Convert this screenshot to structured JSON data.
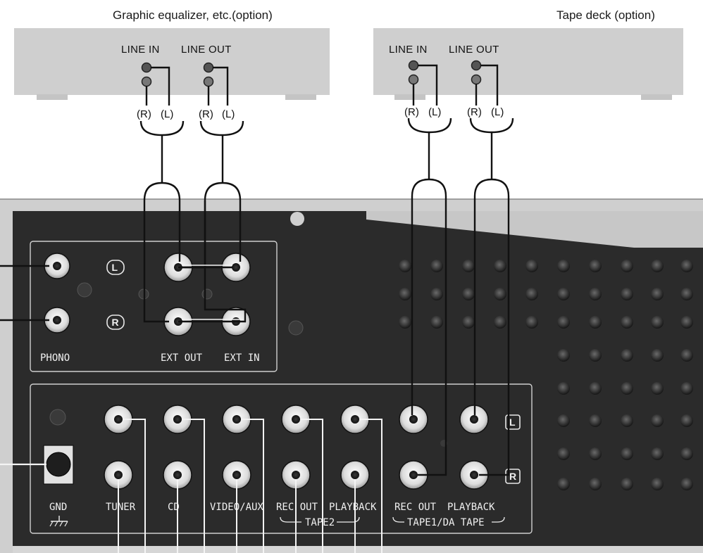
{
  "devices": [
    {
      "caption": "Graphic equalizer, etc.(option)",
      "line_in": "LINE IN",
      "line_out": "LINE OUT",
      "in_r": "(R)",
      "in_l": "(L)",
      "out_r": "(R)",
      "out_l": "(L)"
    },
    {
      "caption": "Tape deck (option)",
      "line_in": "LINE IN",
      "line_out": "LINE OUT",
      "in_r": "(R)",
      "in_l": "(L)",
      "out_r": "(R)",
      "out_l": "(L)"
    }
  ],
  "receiver": {
    "upper_panel": {
      "phono": "PHONO",
      "ext_out": "EXT OUT",
      "ext_in": "EXT IN",
      "badge_l": "L",
      "badge_r": "R"
    },
    "lower_panel": {
      "gnd": "GND",
      "tuner": "TUNER",
      "cd": "CD",
      "video_aux": "VIDEO/AUX",
      "rec_out_2": "REC OUT",
      "playback_2": "PLAYBACK",
      "tape2": "TAPE2",
      "rec_out_1": "REC OUT",
      "playback_1": "PLAYBACK",
      "tape1": "TAPE1/DA TAPE",
      "badge_l": "L",
      "badge_r": "R"
    }
  },
  "colors": {
    "device_body": "#cfcfcf",
    "panel": "#2b2b2b",
    "jack_ring": "#e6e6e6",
    "cable": "#111111"
  }
}
